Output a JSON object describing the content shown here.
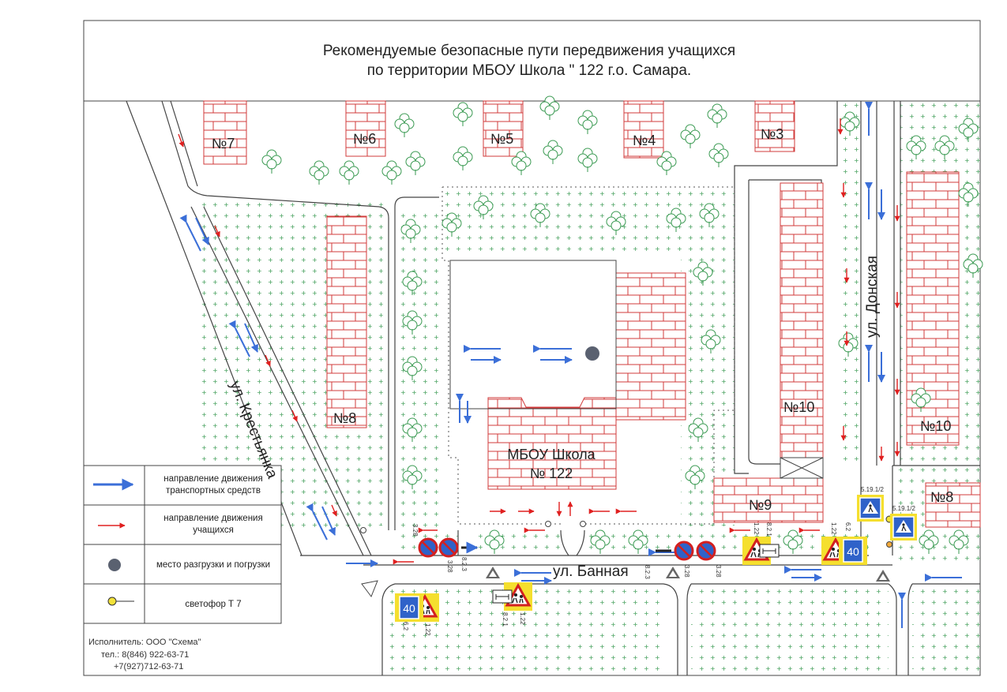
{
  "title": {
    "line1": "Рекомендуемые безопасные пути передвижения учащихся",
    "line2": "по территории МБОУ Школа \" 122 г.о. Самара."
  },
  "buildings": {
    "b7": "№7",
    "b6": "№6",
    "b5": "№5",
    "b4": "№4",
    "b3": "№3",
    "b8": "№8",
    "b10a": "№10",
    "b10b": "№10",
    "b9": "№9",
    "b8b": "№8"
  },
  "school": {
    "line1": "МБОУ Школа",
    "line2": "№ 122"
  },
  "streets": {
    "krestyanka": "ул. Крестьянка",
    "donskaya": "ул. Донская",
    "bannaya": "ул. Банная"
  },
  "legend": {
    "vehicles": "направление движения транспортных средств",
    "students": "направление движения учащихся",
    "loading": "место разгрузки и погрузки",
    "traffic_light": "светофор Т 7"
  },
  "contractor": {
    "line1": "Исполнитель: ООО \"Схема\"",
    "line2": "тел.: 8(846) 922-63-71",
    "line3": "+7(927)712-63-71"
  },
  "signs": {
    "speed_limit": "40",
    "sign_codes": {
      "c1": "3.28",
      "c2": "3.28",
      "c3": "8.2.3",
      "c4": "8.2.3",
      "c5": "3.28",
      "c6": "3.28",
      "c7": "1.22",
      "c8": "8.2.1",
      "c9": "1.22",
      "c10": "6.2",
      "c11": "5.19.1/2",
      "c12": "5.19.1/2",
      "c13": "6.2",
      "c14": "1.22",
      "c15": "8.2.1",
      "c16": "1.22"
    }
  },
  "colors": {
    "vehicle_arrow": "#3b6fd8",
    "student_arrow": "#e02020",
    "building": "#d23b3b",
    "loading_point": "#5a6170",
    "traffic_light": "#f2e23a"
  }
}
